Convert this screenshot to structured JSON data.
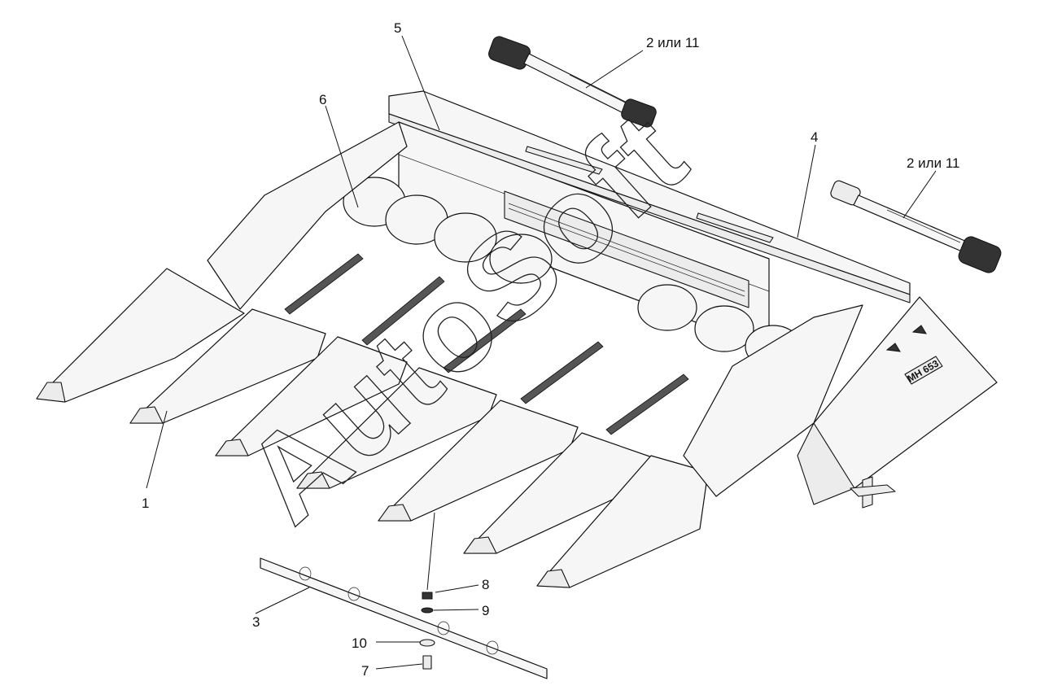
{
  "labels": {
    "item_1": "1",
    "item_2_11_left": "2 или 11",
    "item_2_11_right": "2 или 11",
    "item_3": "3",
    "item_4": "4",
    "item_5": "5",
    "item_6": "6",
    "item_7": "7",
    "item_8": "8",
    "item_9": "9",
    "item_10": "10"
  },
  "watermark": "AutoSoft",
  "plate_text": "МН 653"
}
